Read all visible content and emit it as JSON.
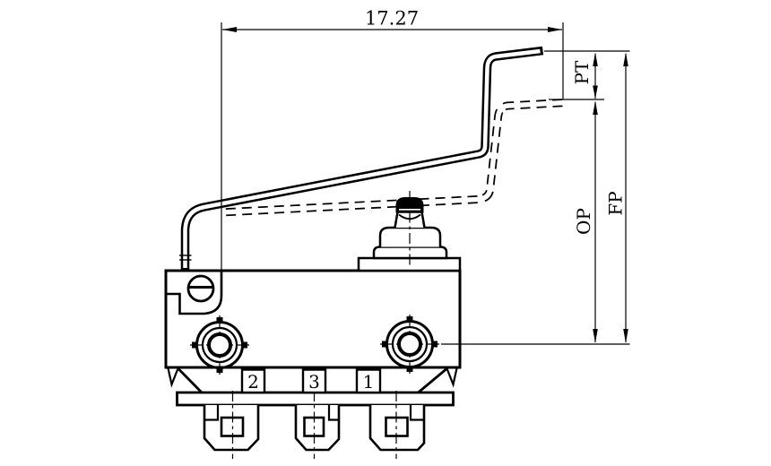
{
  "drawing": {
    "type": "technical-drawing",
    "subject": "micro-switch-with-simulated-roller-lever-side-view",
    "dimensions": {
      "lever_length": "17.27",
      "pretravel_label": "PT",
      "operating_position_label": "OP",
      "free_position_label": "FP"
    },
    "terminal_labels": [
      "2",
      "3",
      "1"
    ],
    "colors": {
      "line": "#000000",
      "background": "#ffffff"
    }
  }
}
